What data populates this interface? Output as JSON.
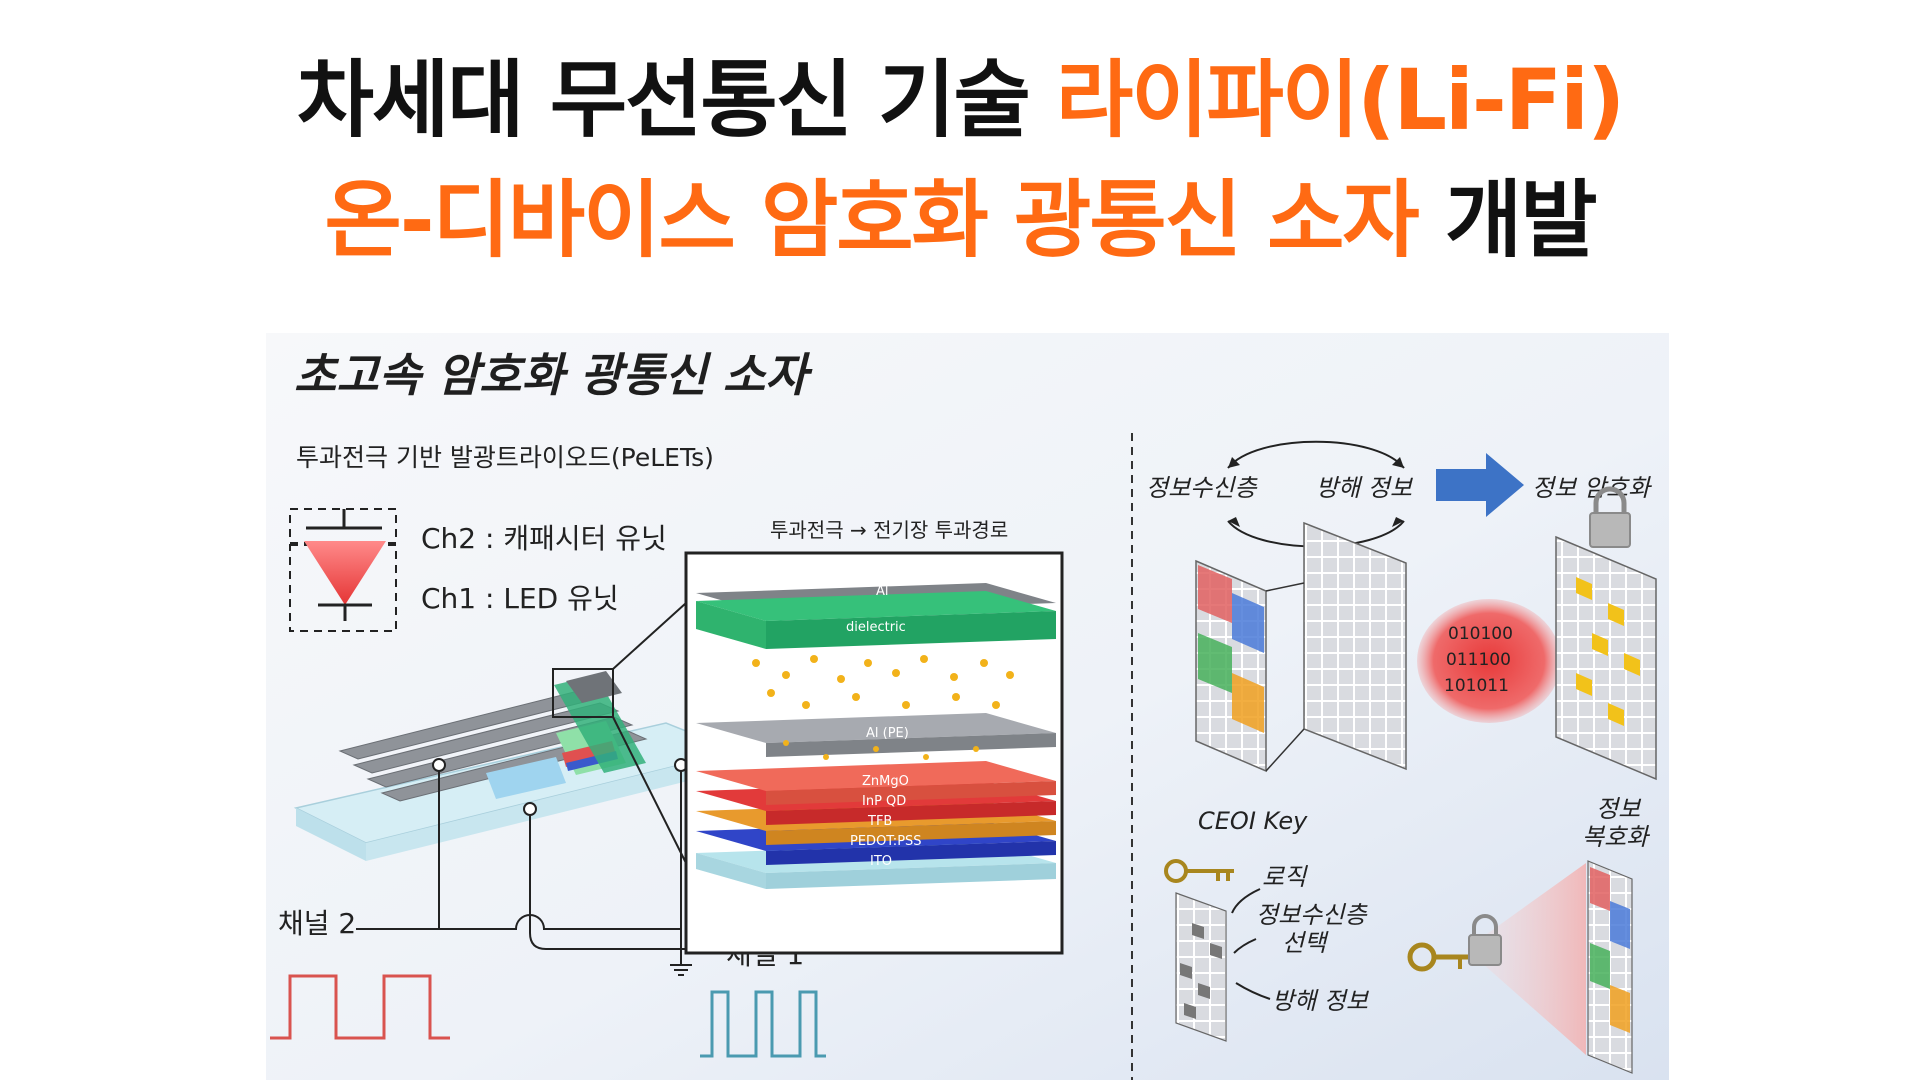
{
  "headline": {
    "line1_black": "차세대 무선통신 기술 ",
    "line1_orange": "라이파이(Li-Fi)",
    "line2_orange": "온-디바이스 암호화 광통신 소자",
    "line2_black": " 개발"
  },
  "figure": {
    "title": "초고속 암호화 광통신 소자",
    "subtitle": "투과전극 기반 발광트라이오드(PeLETs)",
    "legend": {
      "ch2": "Ch2 : 캐패시터 유닛",
      "ch1": "Ch1 : LED 유닛"
    },
    "inset_title": "투과전극 → 전기장 투과경로",
    "layers": [
      "Al",
      "dielectric",
      "Al (PE)",
      "ZnMgO",
      "InP QD",
      "TFB",
      "PEDOT:PSS",
      "ITO"
    ],
    "channel2": "채널 2",
    "channel1": "채널 1",
    "right": {
      "info_layer": "정보수신층",
      "jamming": "방해 정보",
      "encryption": "정보 암호화",
      "binary": [
        "010100",
        "011100",
        "101011"
      ],
      "key_label": "CEOI Key",
      "logic": "로직",
      "select_line1": "정보수신층",
      "select_line2": "선택",
      "jamming2": "방해 정보",
      "decrypt_line1": "정보",
      "decrypt_line2": "복호화"
    }
  },
  "colors": {
    "accent": "#ff6a13",
    "arrow_blue": "#3d73c6",
    "channel2_wave": "#d9534f",
    "channel1_wave": "#4a9ab0"
  }
}
